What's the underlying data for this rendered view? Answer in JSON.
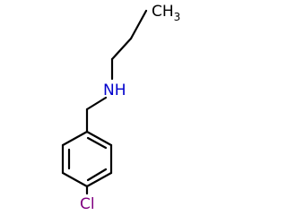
{
  "molecule": {
    "atoms": {
      "methyl": {
        "symbol": "CH",
        "count": "3",
        "color": "#000000"
      },
      "nitrogen": {
        "symbol": "N",
        "hydrogen": "H",
        "color": "#0000cc"
      },
      "chlorine": {
        "symbol": "Cl",
        "color": "#800080"
      }
    },
    "colors": {
      "bond": "#000000",
      "background": "#ffffff"
    }
  }
}
